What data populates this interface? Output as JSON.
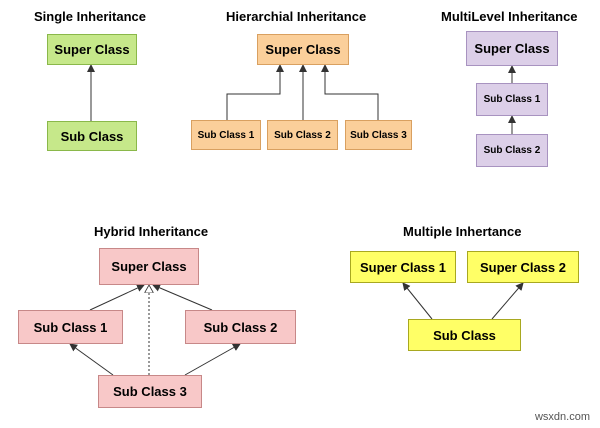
{
  "single": {
    "title": "Single Inheritance",
    "super": "Super Class",
    "sub": "Sub Class"
  },
  "hierarchial": {
    "title": "Hierarchial Inheritance",
    "super": "Super Class",
    "subs": [
      "Sub Class 1",
      "Sub Class 2",
      "Sub Class 3"
    ]
  },
  "multilevel": {
    "title": "MultiLevel Inheritance",
    "super": "Super Class",
    "sub1": "Sub Class 1",
    "sub2": "Sub Class 2"
  },
  "hybrid": {
    "title": "Hybrid Inheritance",
    "super": "Super Class",
    "sub1": "Sub Class 1",
    "sub2": "Sub Class 2",
    "sub3": "Sub Class 3"
  },
  "multiple": {
    "title": "Multiple Inhertance",
    "super1": "Super Class 1",
    "super2": "Super Class 2",
    "sub": "Sub Class"
  },
  "watermark": "wsxdn.com",
  "colors": {
    "green": "#c6e88a",
    "orange": "#fbcf9a",
    "purple": "#dccfe8",
    "pink": "#f8c8c8",
    "yellow": "#ffff66"
  }
}
